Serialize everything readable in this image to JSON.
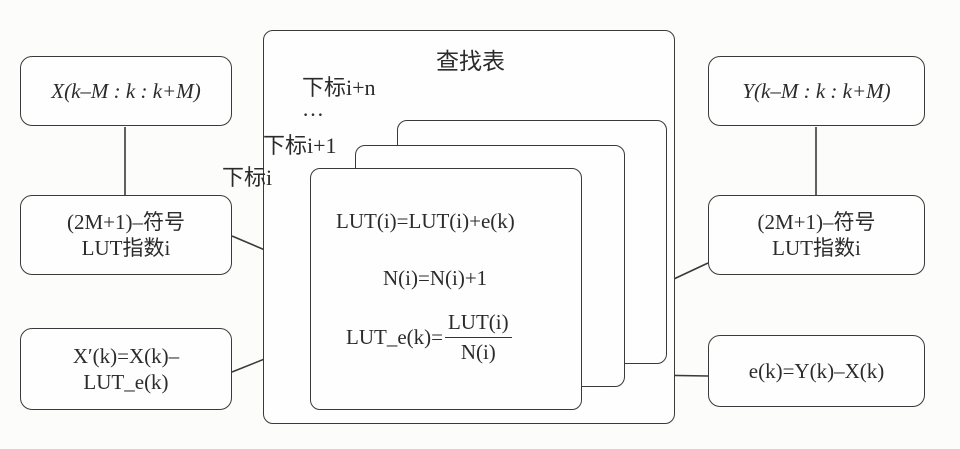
{
  "left": {
    "top_box": "X(k–M : k : k+M)",
    "index_box": [
      "(2M+1)–符号",
      "LUT指数i"
    ],
    "output_box": [
      "X′(k)=X(k)–",
      "LUT_e(k)"
    ]
  },
  "right": {
    "top_box": "Y(k–M : k : k+M)",
    "index_box": [
      "(2M+1)–符号",
      "LUT指数i"
    ],
    "error_box": "e(k)=Y(k)–X(k)"
  },
  "table": {
    "title": "查找表",
    "labels": [
      "下标i+n",
      "…",
      "下标i+1",
      "下标i"
    ],
    "equations": {
      "update": "LUT(i)=LUT(i)+e(k)",
      "count": "N(i)=N(i)+1",
      "lhs": "LUT_e(k)=",
      "numerator": "LUT(i)",
      "denominator": "N(i)"
    }
  }
}
